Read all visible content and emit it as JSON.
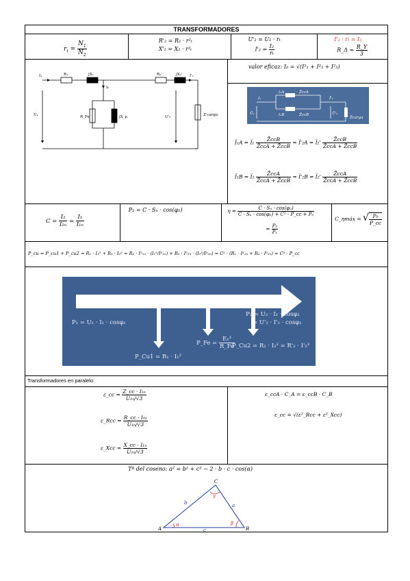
{
  "title": "TRANSFORMADORES",
  "row1": {
    "rt_lhs": "r",
    "rt_sub": "t",
    "rt_num": "N",
    "rt_num_sub": "1",
    "rt_den": "N",
    "rt_den_sub": "2",
    "r2_line": "R'₂ = R₂ · r²ₜ",
    "x2_line": "X'₂ = X₂ · r²ₜ",
    "u2_line": "U'₂ = U₂ · rₜ",
    "i2_lhs": "I'₂ =",
    "i2_num": "I₂",
    "i2_den": "rₜ",
    "red_line": "I'₂ · rₜ = I₂",
    "rd_lhs": "R_Δ =",
    "rd_num": "R_Y",
    "rd_den": "3"
  },
  "circuit": {
    "labels": [
      "I₁",
      "R₁",
      "jX₁",
      "R₂'",
      "jX₂'",
      "I'₂",
      "I₀",
      "U₁",
      "R_Fe",
      "jX_μ",
      "U'₂",
      "Z'carga"
    ]
  },
  "row2_right": {
    "eficaz": "valor eficaz: I₀ = √(I²₁ + I²₃ + I²₅)",
    "blue_labels": [
      "I₁",
      "I₁A",
      "Z̄ccA",
      "I₁B",
      "Z̄ccB",
      "Ī'₂",
      "Ū₁",
      "Ū'₂",
      "Z̄carga"
    ],
    "eqA_lhs": "I̅₁A = I̅₁",
    "eqA_num": "Z̄ccB",
    "eqA_den": "Z̄ccA + Z̄ccB",
    "eqA_mid": "= I̅'₂A = I̅₂'",
    "eqB_lhs": "I̅₁B = I̅₁",
    "eqB_num": "Z̄ccA",
    "eqB_den": "Z̄ccA + Z̄ccB",
    "eqB_mid": "= I̅'₂B = I̅₂'"
  },
  "row3": {
    "c_lhs": "C =",
    "c_num1": "I₂",
    "c_den1": "I₂ₙ",
    "c_num2": "I₁",
    "c_den2": "I₁ₙ",
    "p2": "P₂ = C · Sₙ · cos(φ₂)",
    "eta_lhs": "η =",
    "eta_num": "C · Sₙ · cos(φ₂)",
    "eta_den": "C · Sₙ · cos(φ₂) + C² · P_cc + P₀",
    "eta_eq": "=",
    "eta_num2": "P₂",
    "eta_den2": "P₁",
    "cmax_lhs": "C_ηmáx =",
    "cmax_num": "P₀",
    "cmax_den": "P_cc"
  },
  "row4": {
    "pcu": "P_cu = P_cu1 + P_cu2 = R₁ · I₁² + R₂ · I₂² = R₁ · I²₁ₙ · (I₁²/I²₁ₙ) + R₂ · I²₂ₙ · (I₂²/I²₂ₙ) = C² · (R₁ · I²₁ₙ + R₂ · I²₂ₙ) = C² · P_cc"
  },
  "flow": {
    "p1": "P₁ = U₁ · I₁ · cosφ₁",
    "p2a": "P₂ = U₂ · I₂ · cosφ₂",
    "p2b": "= U'₂ · I'₂ · cosφ₂",
    "pcu1": "P_Cu1 = R₁ · I₁²",
    "pfe_lhs": "P_Fe =",
    "pfe_num": "E₁²",
    "pfe_den": "R_Fe",
    "pcu2": "P_Cu2 = R₂ · I₂² = R'₂ · I'₂²"
  },
  "paralelo": {
    "heading": "Transformadores en paralelo:",
    "ecc_lhs": "ε_cc =",
    "ecc_num": "Z_cc · I₁ₙ",
    "ecc_den": "U₁ₙ/√3",
    "er_lhs": "ε_Rcc =",
    "er_num": "R_cc · I₁ₙ",
    "er_den": "U₁ₙ/√3",
    "ex_lhs": "ε_Xcc =",
    "ex_num": "X_cc · I₁ₙ",
    "ex_den": "U₁ₙ/√3",
    "rel": "ε_ccA · C_A = ε_ccB · C_B",
    "ecc2": "ε_cc = √(ε²_Rcc + ε²_Xcc)"
  },
  "coseno": {
    "title": "Tª del coseno: a² = b² + c² − 2 · b · c · cos(α)",
    "labels": [
      "A",
      "B",
      "C",
      "a",
      "b",
      "c",
      "α",
      "β",
      "γ"
    ]
  }
}
